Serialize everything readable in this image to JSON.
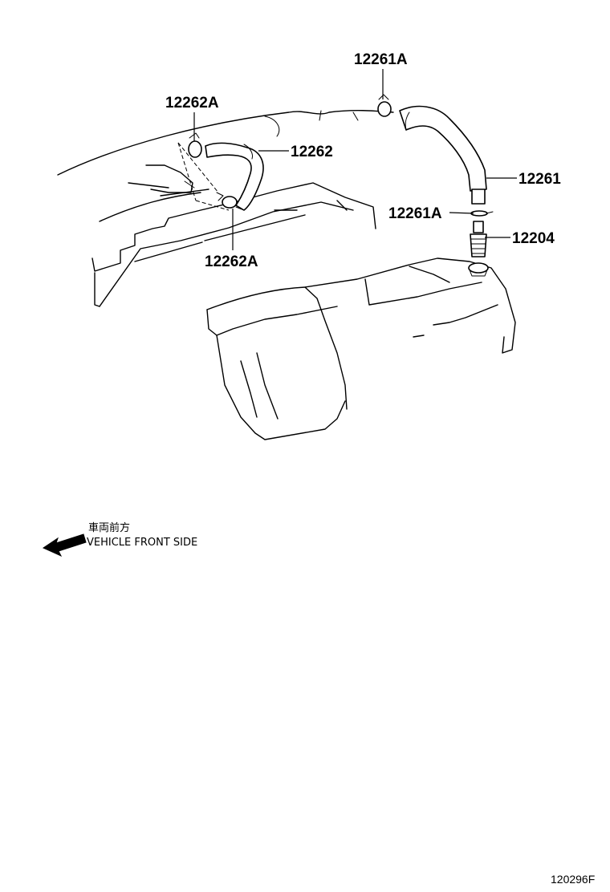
{
  "labels": {
    "clamp_top_right": "12261A",
    "clamp_top_left": "12262A",
    "hose_left": "12262",
    "hose_right": "12261",
    "clamp_mid_right": "12261A",
    "pcv_valve": "12204",
    "clamp_bottom_left": "12262A"
  },
  "direction": {
    "japanese": "車両前方",
    "english": "VEHICLE FRONT SIDE"
  },
  "figure_number": "120296F"
}
